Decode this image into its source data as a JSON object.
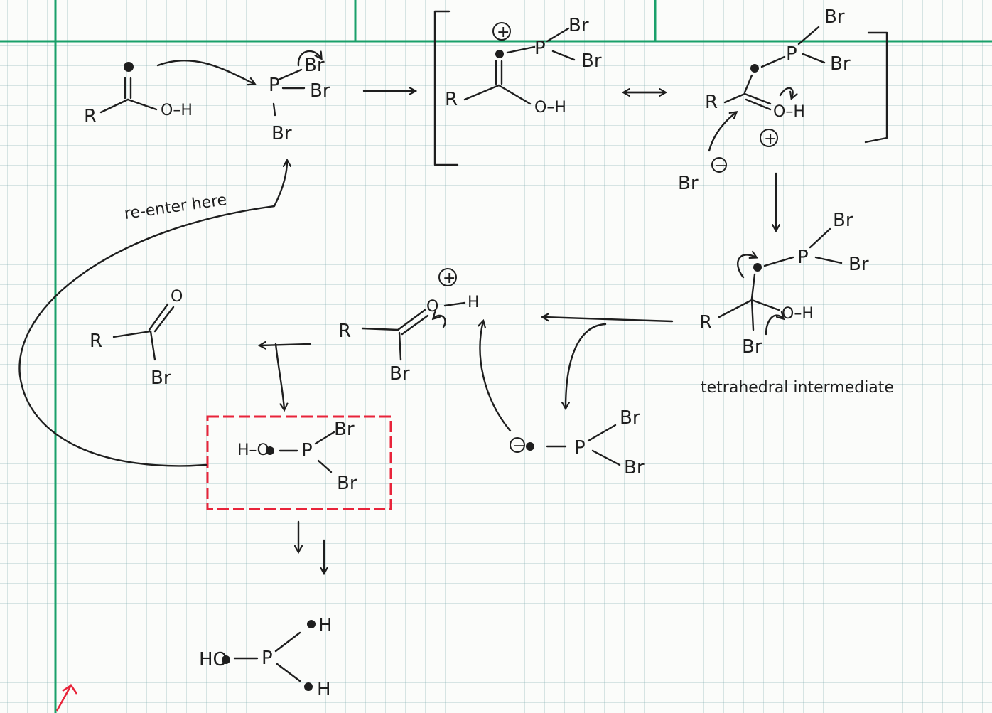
{
  "labels": {
    "r": "R",
    "o": "O",
    "o_h": "O–H",
    "h": "H",
    "p": "P",
    "br": "Br",
    "oh": "OH",
    "ho": "HO",
    "h_o": "H–O",
    "plus": "+",
    "minus": "−",
    "re_enter": "re-enter here",
    "tetrahedral": "tetrahedral intermediate"
  },
  "colors": {
    "ink": "#1e1e1e",
    "grid": "#78a5aa",
    "margin_line": "#1aa06a",
    "highlight_box": "#e8243a"
  }
}
